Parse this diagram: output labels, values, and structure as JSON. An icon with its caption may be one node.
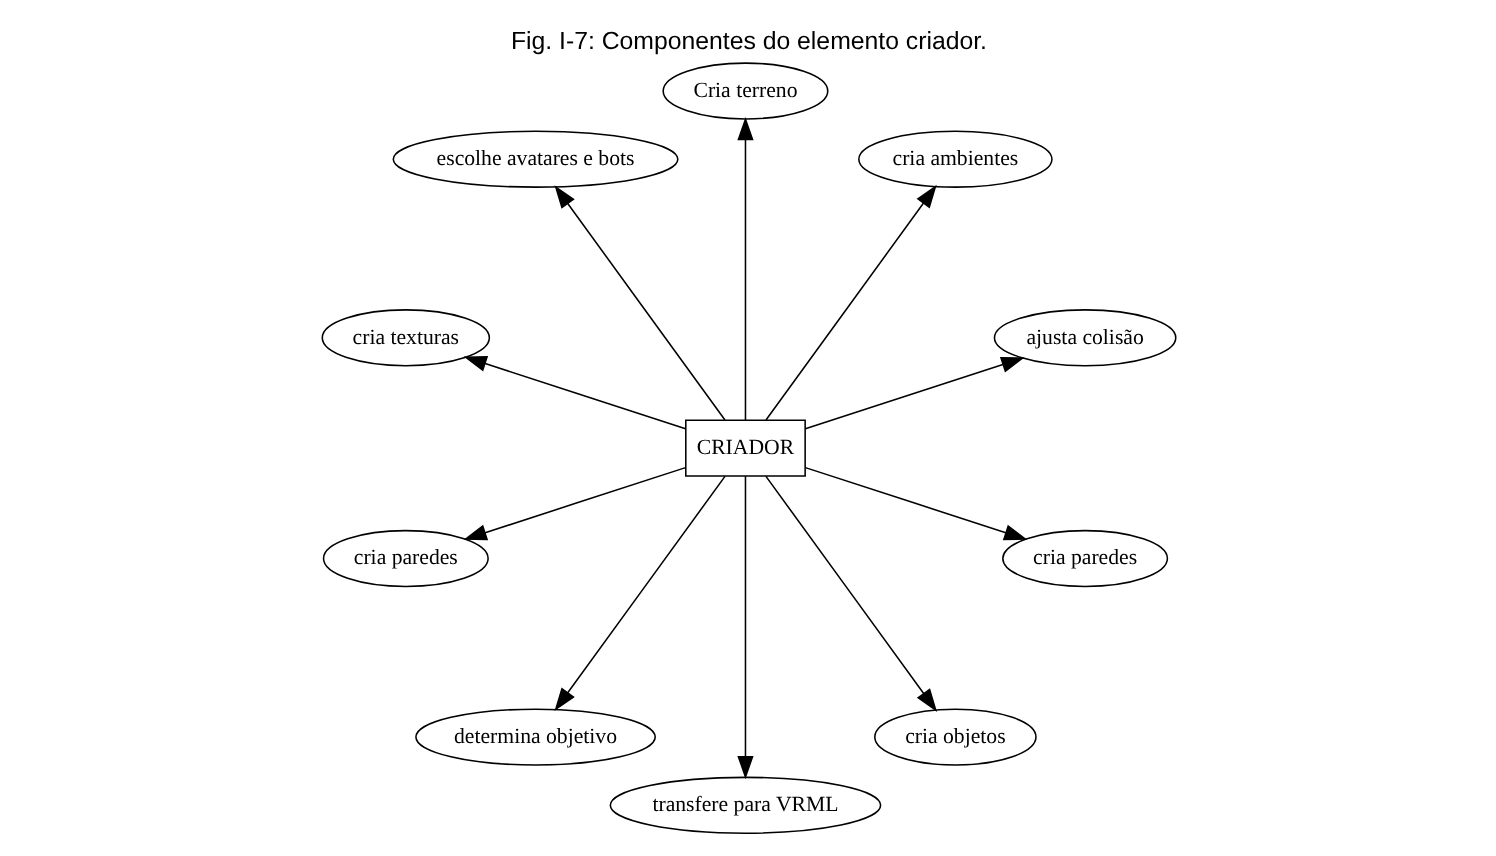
{
  "diagram": {
    "title": "Fig. I-7: Componentes do elemento criador.",
    "nodes": [
      {
        "text": [
          "CRIADOR"
        ]
      },
      {
        "text": [
          "ajusta colisão"
        ]
      },
      {
        "text": [
          "cria ambientes"
        ]
      },
      {
        "text": [
          "Cria terreno"
        ]
      },
      {
        "text": [
          "escolhe avatares e bots"
        ]
      },
      {
        "text": [
          "cria texturas"
        ]
      },
      {
        "text": [
          "cria paredes"
        ]
      },
      {
        "text": [
          "determina objetivo"
        ]
      },
      {
        "text": [
          "transfere para VRML"
        ]
      },
      {
        "text": [
          "cria objetos"
        ]
      },
      {
        "text": [
          "cria paredes"
        ]
      }
    ],
    "edges": [
      {
        "from": 0,
        "to": 1,
        "arrow": "to"
      },
      {
        "from": 0,
        "to": 2,
        "arrow": "to"
      },
      {
        "from": 0,
        "to": 3,
        "arrow": "to"
      },
      {
        "from": 0,
        "to": 4,
        "arrow": "to"
      },
      {
        "from": 0,
        "to": 5,
        "arrow": "to"
      },
      {
        "from": 0,
        "to": 6,
        "arrow": "to"
      },
      {
        "from": 0,
        "to": 7,
        "arrow": "to"
      },
      {
        "from": 0,
        "to": 8,
        "arrow": "to"
      },
      {
        "from": 0,
        "to": 9,
        "arrow": "to"
      },
      {
        "from": 0,
        "to": 10,
        "arrow": "to"
      }
    ]
  }
}
